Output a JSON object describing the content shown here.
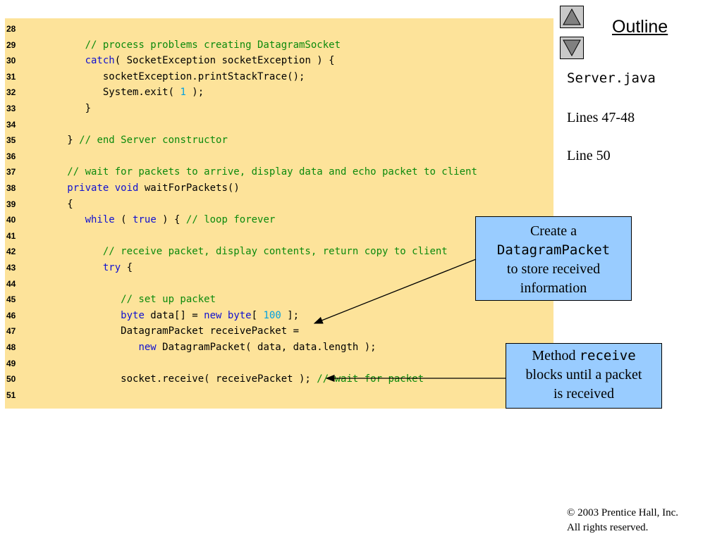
{
  "code_lines": [
    {
      "num": "28",
      "tokens": []
    },
    {
      "num": "29",
      "tokens": [
        {
          "c": "cm",
          "t": "      // process problems creating DatagramSocket"
        }
      ]
    },
    {
      "num": "30",
      "tokens": [
        {
          "c": "plain",
          "t": "      "
        },
        {
          "c": "kw",
          "t": "catch"
        },
        {
          "c": "plain",
          "t": "( SocketException socketException ) {"
        }
      ]
    },
    {
      "num": "31",
      "tokens": [
        {
          "c": "plain",
          "t": "         socketException.printStackTrace();"
        }
      ]
    },
    {
      "num": "32",
      "tokens": [
        {
          "c": "plain",
          "t": "         System.exit( "
        },
        {
          "c": "num",
          "t": "1"
        },
        {
          "c": "plain",
          "t": " );"
        }
      ]
    },
    {
      "num": "33",
      "tokens": [
        {
          "c": "plain",
          "t": "      }"
        }
      ]
    },
    {
      "num": "34",
      "tokens": []
    },
    {
      "num": "35",
      "tokens": [
        {
          "c": "plain",
          "t": "   } "
        },
        {
          "c": "cm",
          "t": "// end Server constructor"
        }
      ]
    },
    {
      "num": "36",
      "tokens": []
    },
    {
      "num": "37",
      "tokens": [
        {
          "c": "cm",
          "t": "   // wait for packets to arrive, display data and echo packet to client"
        }
      ]
    },
    {
      "num": "38",
      "tokens": [
        {
          "c": "plain",
          "t": "   "
        },
        {
          "c": "kw",
          "t": "private void"
        },
        {
          "c": "plain",
          "t": " waitForPackets()"
        }
      ]
    },
    {
      "num": "39",
      "tokens": [
        {
          "c": "plain",
          "t": "   {"
        }
      ]
    },
    {
      "num": "40",
      "tokens": [
        {
          "c": "plain",
          "t": "      "
        },
        {
          "c": "kw",
          "t": "while"
        },
        {
          "c": "plain",
          "t": " ( "
        },
        {
          "c": "kw",
          "t": "true"
        },
        {
          "c": "plain",
          "t": " ) { "
        },
        {
          "c": "cm",
          "t": "// loop forever"
        }
      ]
    },
    {
      "num": "41",
      "tokens": []
    },
    {
      "num": "42",
      "tokens": [
        {
          "c": "cm",
          "t": "         // receive packet, display contents, return copy to client"
        }
      ]
    },
    {
      "num": "43",
      "tokens": [
        {
          "c": "plain",
          "t": "         "
        },
        {
          "c": "kw",
          "t": "try"
        },
        {
          "c": "plain",
          "t": " {"
        }
      ]
    },
    {
      "num": "44",
      "tokens": []
    },
    {
      "num": "45",
      "tokens": [
        {
          "c": "cm",
          "t": "            // set up packet"
        }
      ]
    },
    {
      "num": "46",
      "tokens": [
        {
          "c": "plain",
          "t": "            "
        },
        {
          "c": "kw",
          "t": "byte"
        },
        {
          "c": "plain",
          "t": " data[] = "
        },
        {
          "c": "kw",
          "t": "new byte"
        },
        {
          "c": "plain",
          "t": "[ "
        },
        {
          "c": "num",
          "t": "100"
        },
        {
          "c": "plain",
          "t": " ];"
        }
      ]
    },
    {
      "num": "47",
      "tokens": [
        {
          "c": "plain",
          "t": "            DatagramPacket receivePacket ="
        }
      ]
    },
    {
      "num": "48",
      "tokens": [
        {
          "c": "plain",
          "t": "               "
        },
        {
          "c": "kw",
          "t": "new"
        },
        {
          "c": "plain",
          "t": " DatagramPacket( data, data.length );"
        }
      ]
    },
    {
      "num": "49",
      "tokens": []
    },
    {
      "num": "50",
      "tokens": [
        {
          "c": "plain",
          "t": "            socket.receive( receivePacket ); "
        },
        {
          "c": "cm",
          "t": "// wait for packet"
        }
      ]
    },
    {
      "num": "51",
      "tokens": []
    }
  ],
  "sidebar": {
    "outline_label": "Outline",
    "file_name": "Server.java",
    "notes": [
      "Lines 47-48",
      "Line 50"
    ],
    "nav_up_icon": "triangle-up-icon",
    "nav_down_icon": "triangle-down-icon"
  },
  "callouts": {
    "first": {
      "line1": "Create a",
      "mono": "DatagramPacket",
      "line3": "to store received",
      "line4": "information"
    },
    "second": {
      "prefix": "Method ",
      "mono": "receive",
      "line2": "blocks until a packet",
      "line3": "is received"
    }
  },
  "footer": {
    "copyright_line1": "© 2003 Prentice Hall, Inc.",
    "copyright_line2": "All rights reserved."
  },
  "colors": {
    "code_background": "#fde39a",
    "callout_background": "#99ccff",
    "keyword": "#1010d0",
    "comment": "#0c8a0c",
    "number": "#00a0e0"
  }
}
